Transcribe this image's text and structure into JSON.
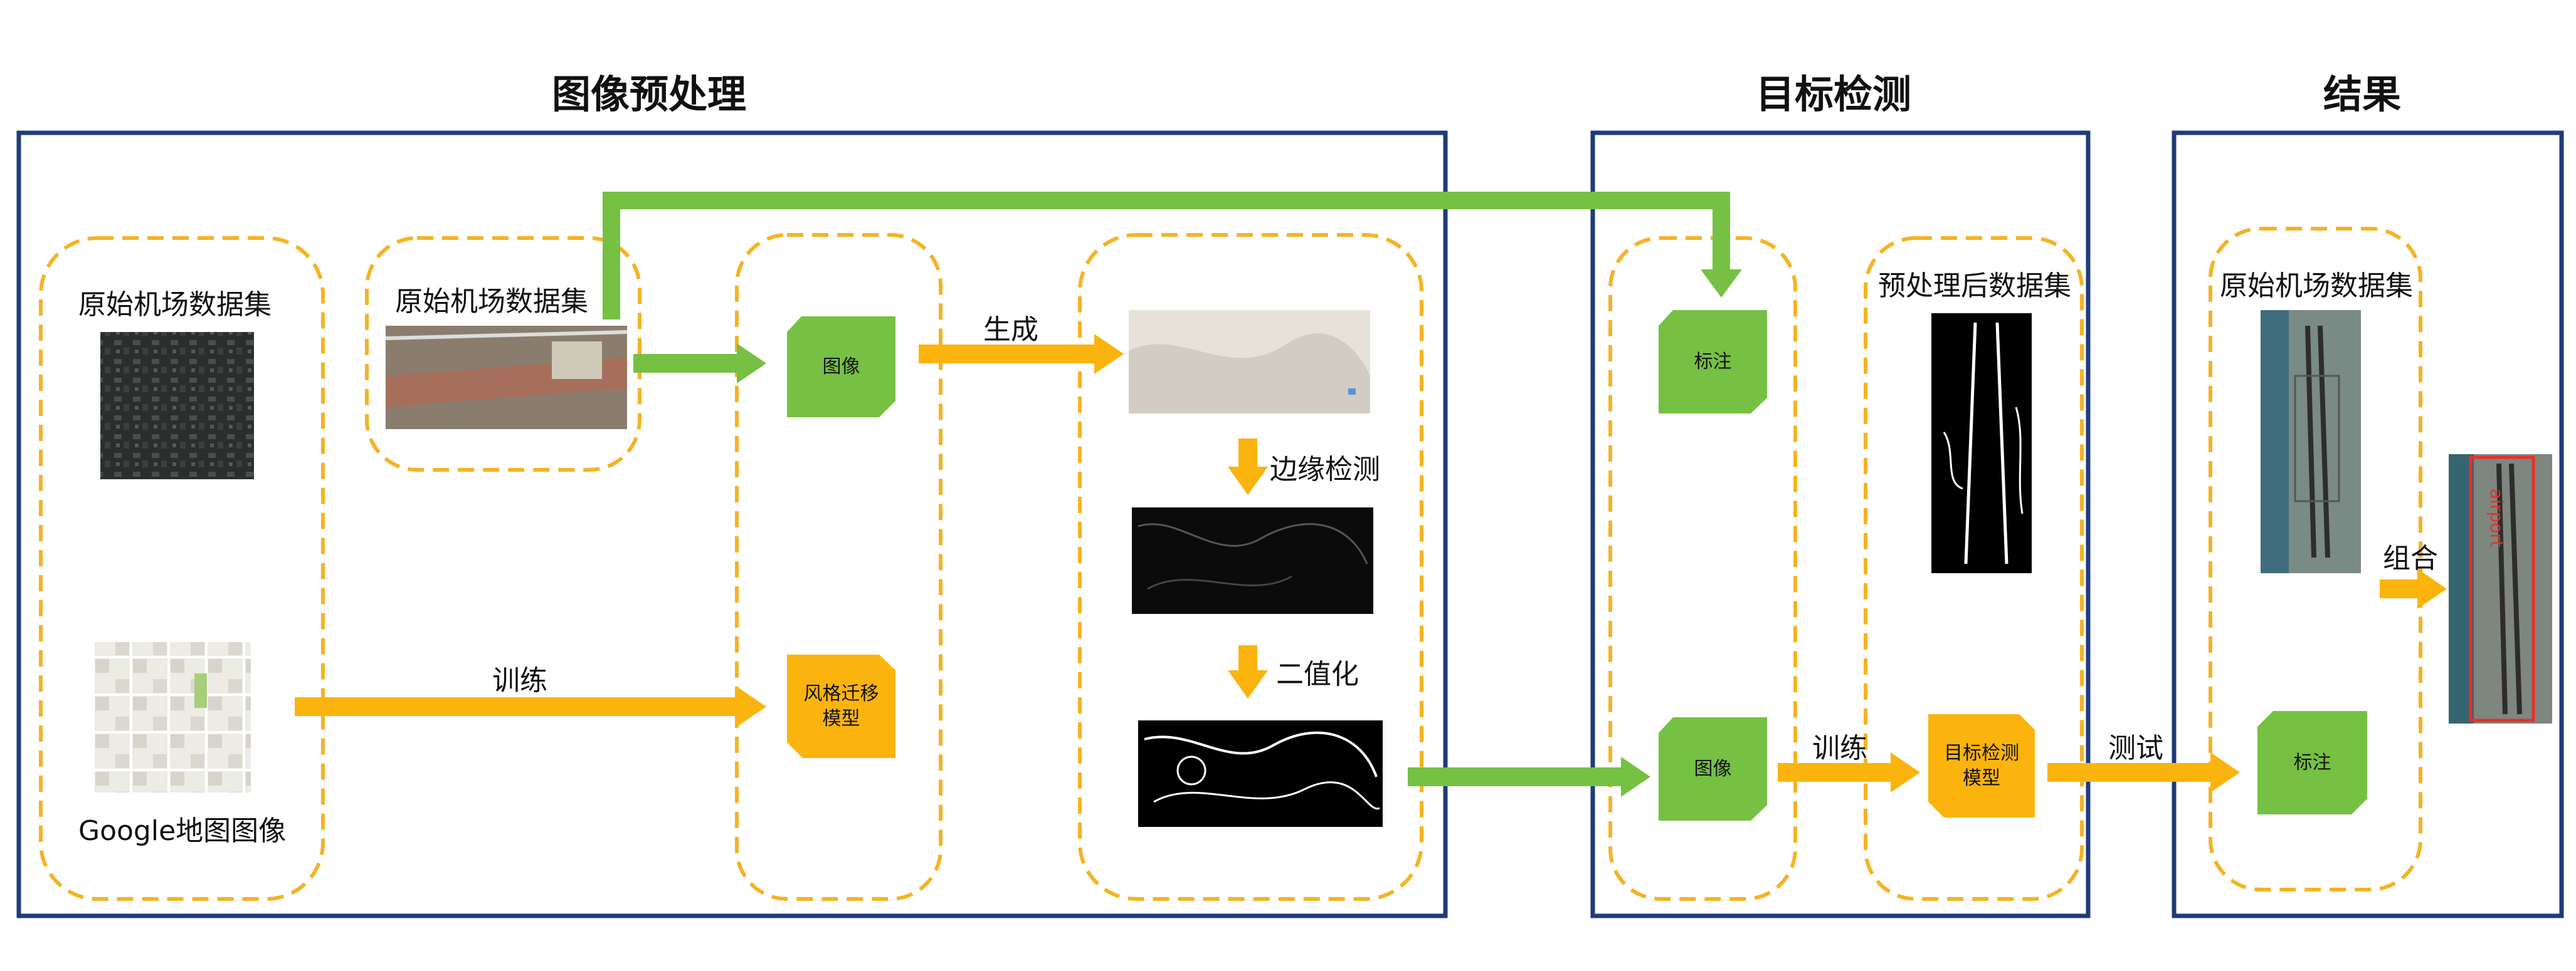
{
  "colors": {
    "frame": "#1f3b7a",
    "dash": "#f5b324",
    "green": "#76c043",
    "orange": "#fbb40d",
    "red": "#e5302a"
  },
  "sections": {
    "preprocess": "图像预处理",
    "detection": "目标检测",
    "result": "结果"
  },
  "labels": {
    "original_dataset_1": "原始机场数据集",
    "original_dataset_2": "原始机场数据集",
    "google_map": "Google地图图像",
    "train_1": "训练",
    "generate": "生成",
    "edge_detection": "边缘检测",
    "binarize": "二值化",
    "preprocessed_dataset": "预处理后数据集",
    "train_2": "训练",
    "test": "测试",
    "original_dataset_3": "原始机场数据集",
    "combine": "组合",
    "airport_tag": "airport"
  },
  "boxes": {
    "image_1": "图像",
    "style_model": "风格迁移\n模型",
    "annotation_1": "标注",
    "image_2": "图像",
    "detect_model": "目标检测\n模型",
    "annotation_2": "标注"
  },
  "icons": [
    "satellite-thumbnail",
    "map-thumbnail",
    "edge-thumbnail",
    "binary-thumbnail",
    "airport-thumbnail"
  ]
}
